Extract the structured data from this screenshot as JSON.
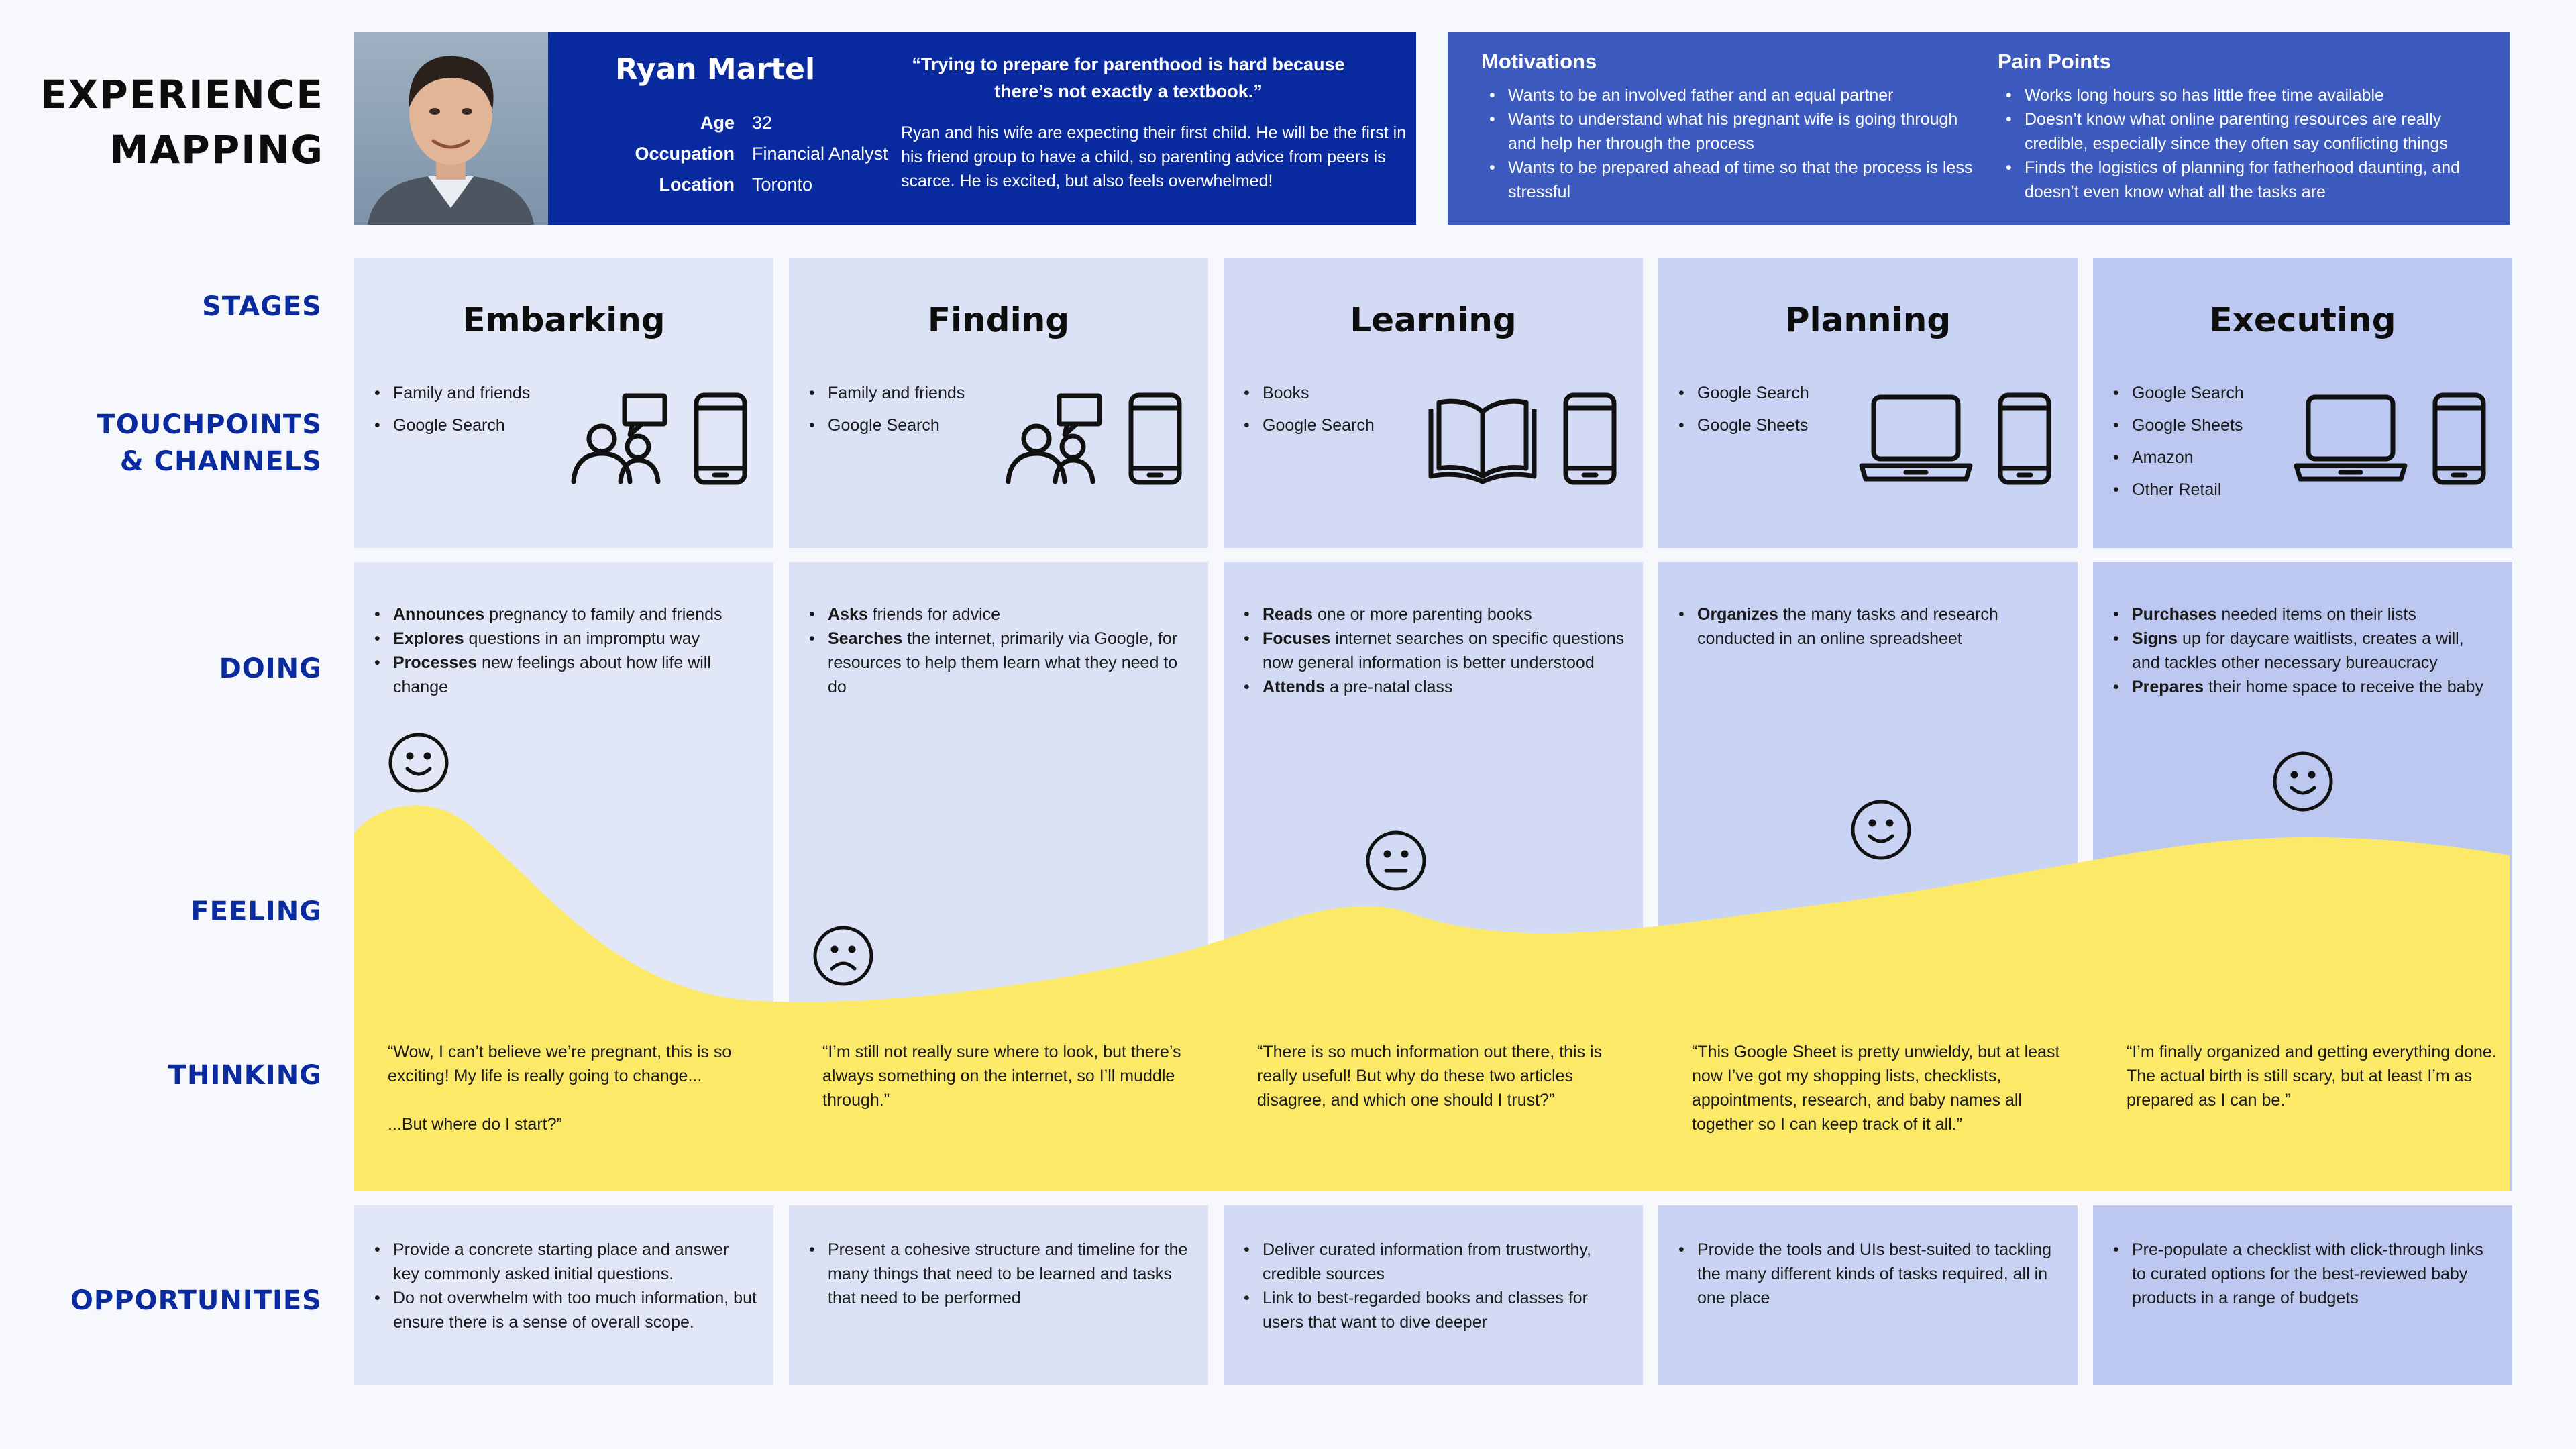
{
  "page_title_line1": "EXPERIENCE",
  "page_title_line2": "MAPPING",
  "persona": {
    "name": "Ryan Martel",
    "facts": [
      {
        "label": "Age",
        "value": "32"
      },
      {
        "label": "Occupation",
        "value": "Financial Analyst"
      },
      {
        "label": "Location",
        "value": "Toronto"
      }
    ],
    "quote": "“Trying to prepare for parenthood is hard because there’s not exactly a textbook.”",
    "description": "Ryan and his wife are expecting their first child. He will be the first in his friend group to have a child, so parenting advice from peers is scarce. He is excited, but also feels overwhelmed!"
  },
  "motivations": {
    "title": "Motivations",
    "items": [
      "Wants to be an involved father and an equal partner",
      "Wants to understand what his pregnant wife is going through and help her through the process",
      "Wants to be prepared ahead of time so that the process is less stressful"
    ]
  },
  "pain_points": {
    "title": "Pain Points",
    "items": [
      "Works long hours so has little free time available",
      "Doesn’t know what online parenting resources are really credible, especially since they often say conflicting things",
      "Finds the logistics of planning for fatherhood daunting, and doesn’t even know what all the tasks are"
    ]
  },
  "row_labels": {
    "stages": "STAGES",
    "touchpoints_1": "TOUCHPOINTS",
    "touchpoints_2": "& CHANNELS",
    "doing": "DOING",
    "feeling": "FEELING",
    "thinking": "THINKING",
    "opportunities": "OPPORTUNITIES"
  },
  "colors": {
    "stage_colors": [
      "#e2e7f7",
      "#dbe2f6",
      "#d3dbf4",
      "#c9d3f3",
      "#bcc8f0"
    ],
    "feeling_area": "#fde968",
    "navy": "#0a2aa0",
    "motivations_bg": "#3d5bbe"
  },
  "stages": [
    {
      "name": "Embarking",
      "touchpoints": [
        "Family and friends",
        "Google Search"
      ],
      "icons": [
        "people-chat-icon",
        "phone-icon"
      ],
      "doing": [
        {
          "bold": "Announces",
          "rest": " pregnancy to family and friends"
        },
        {
          "bold": "Explores",
          "rest": " questions in an impromptu way"
        },
        {
          "bold": "Processes",
          "rest": " new feelings about how life will change"
        }
      ],
      "feeling": "happy",
      "thinking": "“Wow, I can’t believe we’re pregnant, this is so exciting! My life is really going to change...\n\n...But where do I start?”",
      "opportunities": [
        "Provide a concrete starting place and answer key commonly asked initial questions.",
        "Do not overwhelm with too much information, but ensure there is a sense of overall scope."
      ]
    },
    {
      "name": "Finding",
      "touchpoints": [
        "Family and friends",
        "Google Search"
      ],
      "icons": [
        "people-chat-icon",
        "phone-icon"
      ],
      "doing": [
        {
          "bold": "Asks",
          "rest": " friends for advice"
        },
        {
          "bold": "Searches",
          "rest": " the internet, primarily via Google, for resources to help them learn what they need to do"
        }
      ],
      "feeling": "sad",
      "thinking": "“I’m still not really sure where to look, but there’s always something on the internet, so I’ll muddle through.”",
      "opportunities": [
        "Present a cohesive structure and timeline for the many things that need to be learned and tasks that need to be performed"
      ]
    },
    {
      "name": "Learning",
      "touchpoints": [
        "Books",
        "Google Search"
      ],
      "icons": [
        "book-icon",
        "phone-icon"
      ],
      "doing": [
        {
          "bold": "Reads",
          "rest": " one or more parenting books"
        },
        {
          "bold": "Focuses",
          "rest": " internet searches on specific questions now general information is better understood"
        },
        {
          "bold": "Attends",
          "rest": " a pre-natal class"
        }
      ],
      "feeling": "neutral",
      "thinking": "“There is so much information out there, this is really useful! But why do these two articles disagree, and which one should I trust?”",
      "opportunities": [
        "Deliver curated information from trustworthy, credible sources",
        "Link to best-regarded books and classes for users that want to dive deeper"
      ]
    },
    {
      "name": "Planning",
      "touchpoints": [
        "Google Search",
        "Google Sheets"
      ],
      "icons": [
        "laptop-icon",
        "phone-icon"
      ],
      "doing": [
        {
          "bold": "Organizes",
          "rest": " the many tasks and research conducted in an online spreadsheet"
        }
      ],
      "feeling": "happy",
      "thinking": "“This Google Sheet is pretty unwieldy, but at least now I’ve got my shopping lists, checklists, appointments, research, and baby names all together so I can keep track of it all.”",
      "opportunities": [
        "Provide the tools and UIs best-suited to tackling the many different kinds of tasks required, all in one place"
      ]
    },
    {
      "name": "Executing",
      "touchpoints": [
        "Google Search",
        "Google Sheets",
        "Amazon",
        "Other Retail"
      ],
      "icons": [
        "laptop-icon",
        "phone-icon"
      ],
      "doing": [
        {
          "bold": "Purchases",
          "rest": " needed items on their lists"
        },
        {
          "bold": "Signs",
          "rest": " up for daycare waitlists, creates a will, and tackles other necessary bureaucracy"
        },
        {
          "bold": "Prepares",
          "rest": " their home space to receive the baby"
        }
      ],
      "feeling": "happy",
      "thinking": "“I’m finally organized and getting everything done. The actual birth is still scary, but at least I’m as prepared as I can be.”",
      "opportunities": [
        "Pre-populate a checklist with click-through links to curated options for the best-reviewed baby products in a range of budgets"
      ]
    }
  ]
}
